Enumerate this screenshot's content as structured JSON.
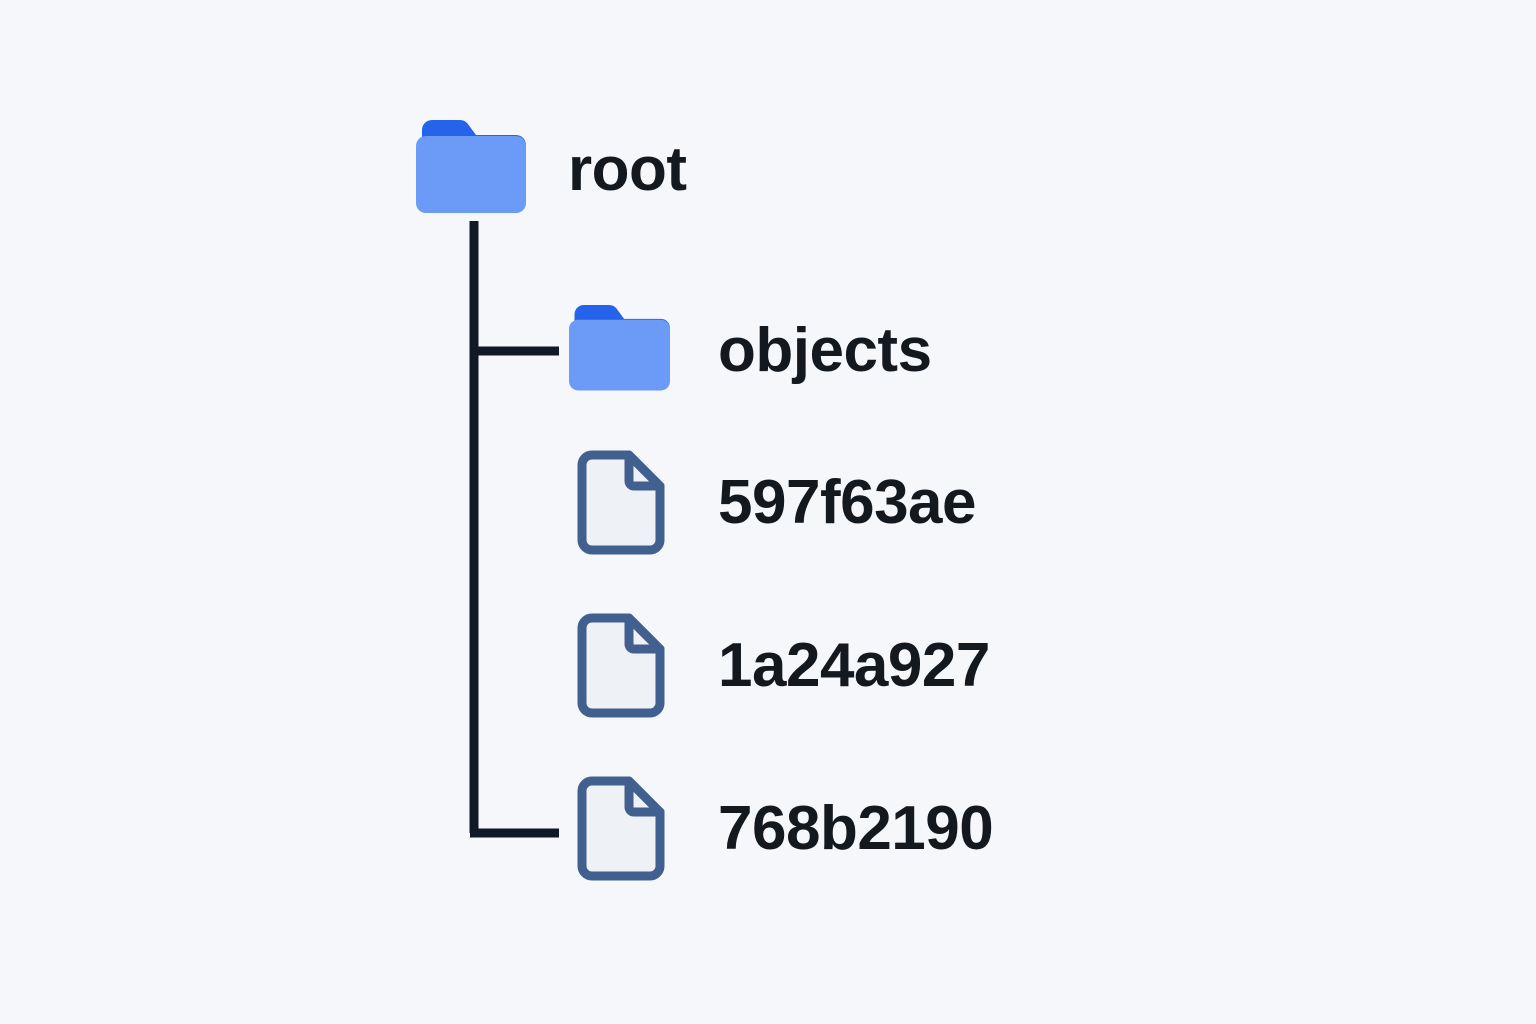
{
  "diagram": {
    "type": "file-tree",
    "background_color": "#f5f7fa",
    "label_color": "#14181f",
    "connector_color": "#111827",
    "folder_tab_color": "#2563eb",
    "folder_body_color": "#6b9bf7",
    "file_stroke_color": "#41608f",
    "file_fill_color": "#eef1f6",
    "root": {
      "label": "root",
      "icon": "folder-icon",
      "children": [
        {
          "label": "objects",
          "icon": "folder-icon",
          "type": "folder"
        },
        {
          "label": "597f63ae",
          "icon": "file-icon",
          "type": "file"
        },
        {
          "label": "1a24a927",
          "icon": "file-icon",
          "type": "file"
        },
        {
          "label": "768b2190",
          "icon": "file-icon",
          "type": "file"
        }
      ]
    }
  }
}
